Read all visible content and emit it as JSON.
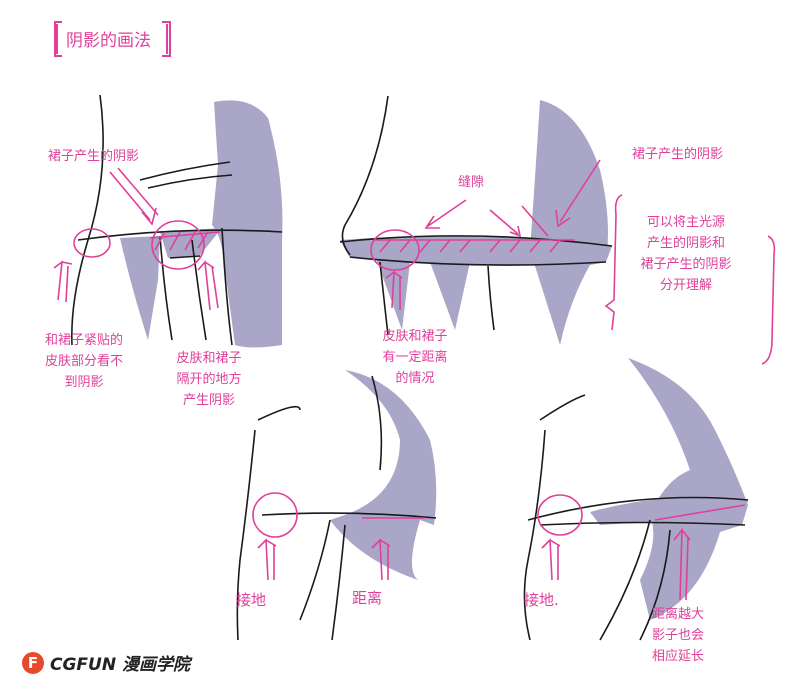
{
  "title": "阴影的画法",
  "labels": {
    "skirt_shadow_left": "裙子产生的阴影",
    "skirt_shadow_right": "裙子产生的阴影",
    "gap": "缝隙",
    "tight_skin": [
      "和裙子紧贴的",
      "皮肤部分看不",
      "到阴影"
    ],
    "separated_skin": [
      "皮肤和裙子",
      "隔开的地方",
      "产生阴影"
    ],
    "distance_case": [
      "皮肤和裙子",
      "有一定距离",
      "的情况"
    ],
    "light_source": [
      "可以将主光源",
      "产生的阴影和",
      "裙子产生的阴影",
      "分开理解"
    ],
    "contact_left": "接地",
    "distance_label": "距离",
    "contact_right": "接地.",
    "longer_shadow": [
      "距离越大",
      "影子也会",
      "相应延长"
    ]
  },
  "colors": {
    "accent": "#e0409a",
    "shadow_fill": "#a9a6c8",
    "line": "#1a1a1a"
  },
  "logo": {
    "mark": "F",
    "text": "CGFUN 漫画学院"
  }
}
